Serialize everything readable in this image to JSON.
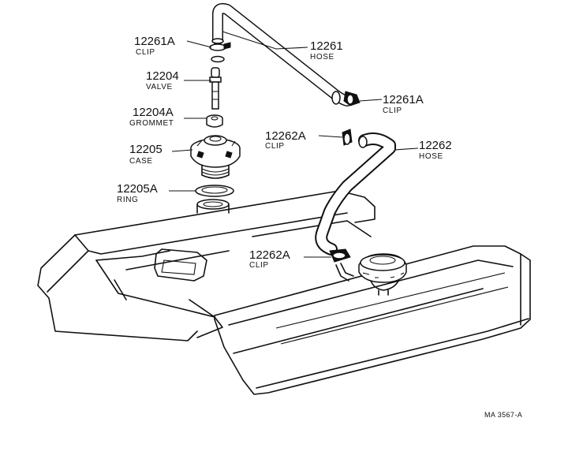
{
  "callouts": [
    {
      "id": "clip-top",
      "part_number": "12261A",
      "part_name": "CLIP"
    },
    {
      "id": "hose-top",
      "part_number": "12261",
      "part_name": "HOSE"
    },
    {
      "id": "valve",
      "part_number": "12204",
      "part_name": "VALVE"
    },
    {
      "id": "grommet",
      "part_number": "12204A",
      "part_name": "GROMMET"
    },
    {
      "id": "clip-right",
      "part_number": "12261A",
      "part_name": "CLIP"
    },
    {
      "id": "case",
      "part_number": "12205",
      "part_name": "CASE"
    },
    {
      "id": "clip-mid",
      "part_number": "12262A",
      "part_name": "CLIP"
    },
    {
      "id": "hose-right",
      "part_number": "12262",
      "part_name": "HOSE"
    },
    {
      "id": "ring",
      "part_number": "12205A",
      "part_name": "RING"
    },
    {
      "id": "clip-low",
      "part_number": "12262A",
      "part_name": "CLIP"
    }
  ],
  "reference_code": "MA 3567-A"
}
